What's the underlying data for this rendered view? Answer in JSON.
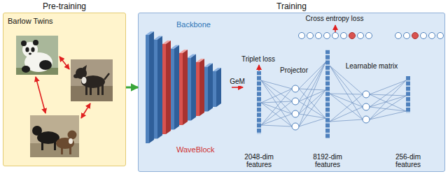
{
  "diagram": {
    "nodes": [
      {
        "text": [
          "Pre-training",
          "Barlow Twins"
        ]
      },
      {
        "text": [
          "Training"
        ]
      },
      {
        "text": [
          "Backbone",
          "WaveBlock"
        ],
        "in": 1
      },
      {
        "text": [
          "2048-dim features"
        ],
        "in": 1
      },
      {
        "text": [
          "Projector"
        ],
        "in": 1
      },
      {
        "text": [
          "8192-dim features"
        ],
        "in": 1
      },
      {
        "text": [
          "Learnable matrix"
        ],
        "in": 1
      },
      {
        "text": [
          "256-dim features"
        ],
        "in": 1
      }
    ],
    "edges": [
      {
        "from": 0,
        "to": 1,
        "arrow": "to"
      },
      {
        "from": 2,
        "to": 3,
        "label": "GeM",
        "arrow": "to"
      }
    ],
    "labels": [
      "Triplet loss",
      "Cross entropy loss"
    ]
  }
}
